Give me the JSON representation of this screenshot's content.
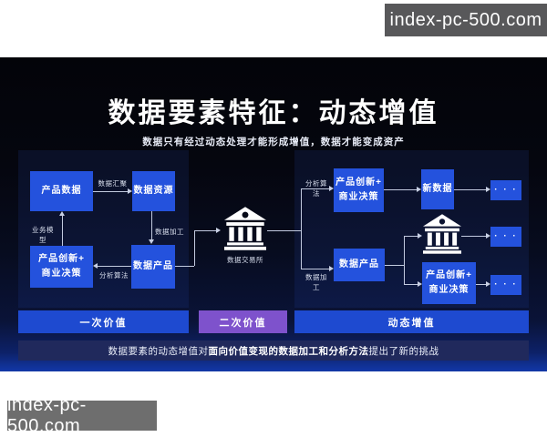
{
  "watermarks": {
    "top": "index-pc-500.com",
    "bottom": "index-pc-500.com"
  },
  "title": "数据要素特征：动态增值",
  "subtitle": "数据只有经过动态处理才能形成增值，数据才能变成资产",
  "left_flow": {
    "product_data": "产品数据",
    "data_resource": "数据资源",
    "data_product": "数据产品",
    "innovation_line1": "产品创新+",
    "innovation_line2": "商业决策",
    "edge_aggregate": "数据汇聚",
    "edge_process": "数据加工",
    "edge_analyze": "分析算法",
    "edge_model": "业务模型"
  },
  "exchange": {
    "label": "数据交易所",
    "icon": "bank-icon"
  },
  "right_flow": {
    "edge_analyze": "分析算法",
    "edge_process": "数据加工",
    "innovation_top_line1": "产品创新+",
    "innovation_top_line2": "商业决策",
    "new_data": "新数据",
    "data_product": "数据产品",
    "innovation_bottom_line1": "产品创新+",
    "innovation_bottom_line2": "商业决策",
    "ellipsis": "· · ·",
    "icon": "bank-icon"
  },
  "bars": {
    "primary": "一次价值",
    "secondary": "二次价值",
    "dynamic": "动态增值"
  },
  "footer": {
    "prefix": "数据要素的动态增值对",
    "emphasis": "面向价值变现的数据加工和分析方法",
    "suffix": "提出了新的挑战"
  },
  "colors": {
    "box_blue": "#2452dd",
    "bar_blue": "#1e4ad0",
    "bar_purple": "#7e52cc",
    "banner_bg": "#20295c",
    "slide_bottom_glow": "#1238a8",
    "watermark_gray": "#5e5e60"
  }
}
